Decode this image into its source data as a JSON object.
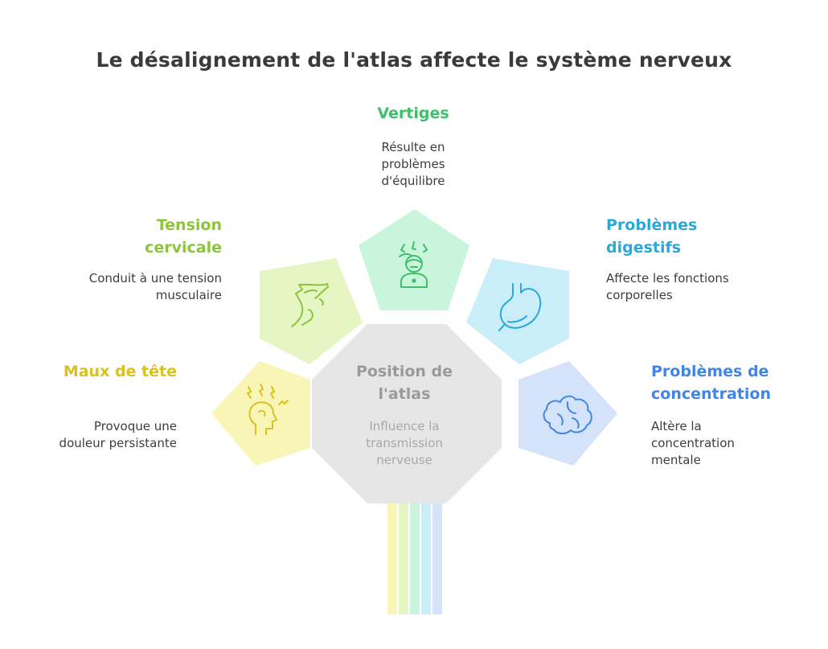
{
  "title": "Le désalignement de l'atlas affecte le système nerveux",
  "center": {
    "title": "Position de l'atlas",
    "description": "Influence la transmission nerveuse",
    "color": "#e6e6e6"
  },
  "items": [
    {
      "heading": "Maux de tête",
      "description": "Provoque une douleur persistante",
      "color": "#d9c21c",
      "fill": "#f8f5b6",
      "icon": "headache-icon"
    },
    {
      "heading": "Tension cervicale",
      "description": "Conduit à une tension musculaire",
      "color": "#8cc43a",
      "fill": "#e6f5c4",
      "icon": "neck-tension-icon"
    },
    {
      "heading": "Vertiges",
      "description": "Résulte en problèmes d'équilibre",
      "color": "#3fbf6a",
      "fill": "#c8f5dc",
      "icon": "dizzy-person-icon"
    },
    {
      "heading": "Problèmes digestifs",
      "description": "Affecte les fonctions corporelles",
      "color": "#2aa9d9",
      "fill": "#c9eef8",
      "icon": "stomach-icon"
    },
    {
      "heading": "Problèmes de concentration",
      "description": "Altère la concentration mentale",
      "color": "#3f86e6",
      "fill": "#d4e3fa",
      "icon": "brain-icon"
    }
  ]
}
